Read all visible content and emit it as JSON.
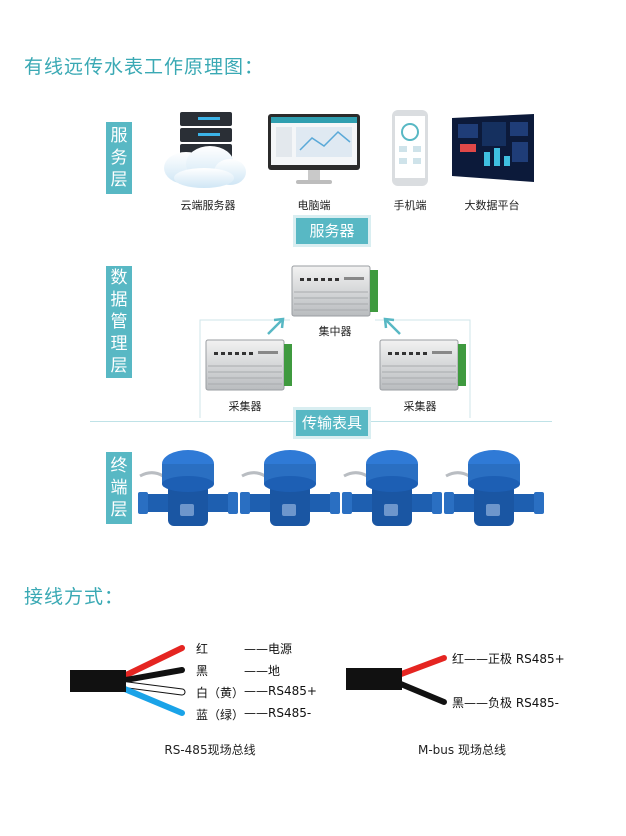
{
  "titles": {
    "principle": "有线远传水表工作原理图：",
    "wiring": "接线方式："
  },
  "layers": {
    "service": [
      "服",
      "务",
      "层"
    ],
    "data_mgmt": [
      "数",
      "据",
      "管",
      "理",
      "层"
    ],
    "terminal": [
      "终",
      "端",
      "层"
    ]
  },
  "devices": {
    "cloud": "云端服务器",
    "pc": "电脑端",
    "phone": "手机端",
    "bigdata": "大数据平台"
  },
  "tags": {
    "server": "服务器",
    "transmit": "传输表具"
  },
  "hub": {
    "concentrator": "集中器",
    "collector_left": "采集器",
    "collector_right": "采集器"
  },
  "wiring": {
    "rs485": {
      "caption": "RS-485现场总线",
      "lines": [
        {
          "color_name": "红",
          "meaning": "——电源",
          "color": "#e52521"
        },
        {
          "color_name": "黑",
          "meaning": "——地",
          "color": "#111111"
        },
        {
          "color_name": "白（黄）",
          "meaning": "——RS485+",
          "color": "#ffffff"
        },
        {
          "color_name": "蓝（绿）",
          "meaning": "——RS485-",
          "color": "#1aa3e8"
        }
      ]
    },
    "mbus": {
      "caption": "M-bus 现场总线",
      "lines": [
        {
          "label": "红——正极  RS485+",
          "color": "#e52521"
        },
        {
          "label": "黑——负极  RS485-",
          "color": "#111111"
        }
      ]
    }
  },
  "colors": {
    "accent": "#58b8c4",
    "title": "#3aa9b4",
    "meter_blue": "#1e5fb0"
  }
}
